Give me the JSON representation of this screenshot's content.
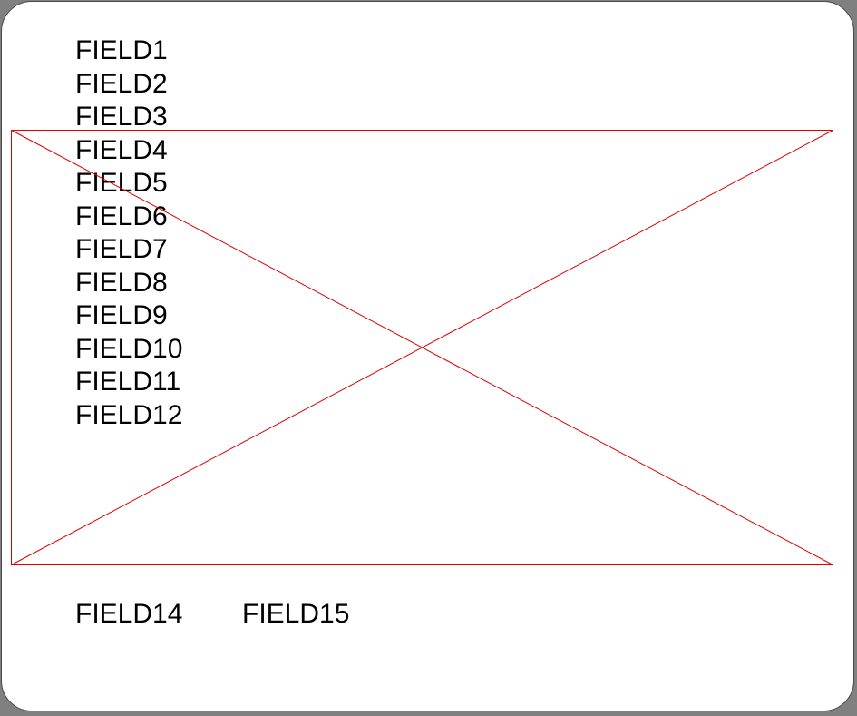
{
  "fields": [
    "FIELD1",
    "FIELD2",
    "FIELD3",
    "FIELD4",
    "FIELD5",
    "FIELD6",
    "FIELD7",
    "FIELD8",
    "FIELD9",
    "FIELD10",
    "FIELD11",
    "FIELD12"
  ],
  "bottom_fields": {
    "field14": "FIELD14",
    "field15": "FIELD15"
  },
  "colors": {
    "placeholder_stroke": "#e00000",
    "card_background": "#ffffff",
    "page_background": "#808080",
    "text": "#000000"
  }
}
